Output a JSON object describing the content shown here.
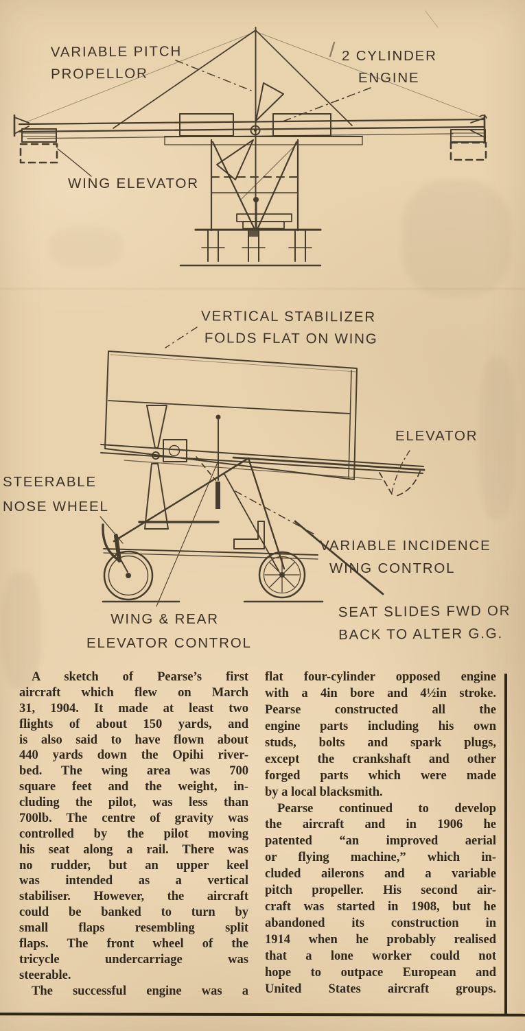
{
  "colors": {
    "paper": "#e9d2ae",
    "ink": "#473d2c",
    "label_text": "#3c3226",
    "article_text": "#30281c"
  },
  "diagram_front": {
    "labels": {
      "variable_pitch": [
        "VARIABLE PITCH",
        "PROPELLOR"
      ],
      "cylinder_engine": [
        "2 CYLINDER",
        "ENGINE"
      ],
      "wing_elevator": [
        "WING ELEVATOR"
      ]
    }
  },
  "diagram_side": {
    "labels": {
      "vertical_stabilizer": [
        "VERTICAL STABILIZER",
        "FOLDS FLAT ON WING"
      ],
      "elevator": [
        "ELEVATOR"
      ],
      "steerable_nose_wheel": [
        "STEERABLE",
        "NOSE WHEEL"
      ],
      "variable_incidence": [
        "VARIABLE INCIDENCE",
        "WING CONTROL"
      ],
      "wing_rear_control": [
        "WING & REAR",
        "ELEVATOR CONTROL"
      ],
      "seat_slides": [
        "SEAT SLIDES FWD OR",
        "BACK TO ALTER G.G."
      ]
    }
  },
  "article": {
    "left_column": {
      "lines": [
        "A sketch of Pearse’s first",
        "aircraft which flew on March",
        "31, 1904. It made at least two",
        "flights of about 150 yards, and",
        "is also said to have flown about",
        "440 yards down the Opihi river-",
        "bed. The wing area was 700",
        "square feet and the weight, in-",
        "cluding the pilot, was less than",
        "700lb. The centre of gravity was",
        "controlled by the pilot moving",
        "his seat along a rail. There was",
        "no rudder, but an upper keel",
        "was intended as a vertical",
        "stabiliser. However, the aircraft",
        "could be banked to turn by",
        "small flaps resembling split",
        "flaps. The front wheel of the",
        "tricycle undercarriage was",
        "steerable.",
        "The successful engine was a"
      ],
      "indent": [
        0,
        20
      ],
      "ragged": [
        19
      ]
    },
    "right_column": {
      "lines": [
        "flat four-cylinder opposed engine",
        "with a 4in bore and 4½in stroke.",
        "Pearse constructed all the",
        "engine parts including his own",
        "studs, bolts and spark plugs,",
        "except the crankshaft and other",
        "forged parts which were made",
        "by a local blacksmith.",
        "Pearse continued to develop",
        "the aircraft and in 1906 he",
        "patented “an improved aerial",
        "or flying machine,” which in-",
        "cluded ailerons and a variable",
        "pitch propeller. His second air-",
        "craft was started in 1908, but he",
        "abandoned its construction in",
        "1914 when he probably realised",
        "that a lone worker could not",
        "hope to outpace European and",
        "United States aircraft groups."
      ],
      "indent": [
        8
      ],
      "ragged": [
        7
      ]
    }
  }
}
